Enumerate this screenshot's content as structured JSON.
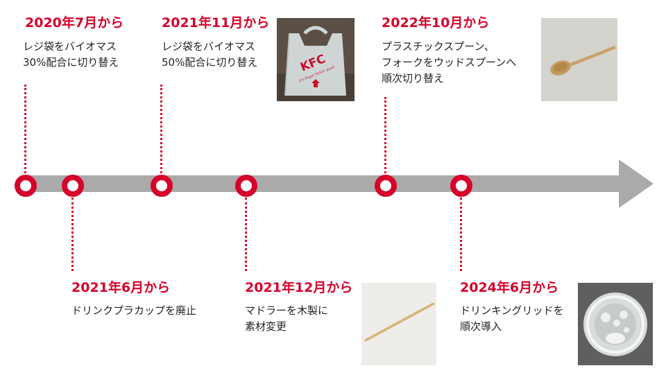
{
  "colors": {
    "accent": "#d6002a",
    "timeline": "#aaaaaa",
    "text": "#222222"
  },
  "events": [
    {
      "date": "2020年7月から",
      "desc_lines": [
        "レジ袋をバイオマス",
        "30%配合に切り替え"
      ]
    },
    {
      "date": "2021年6月から",
      "desc_lines": [
        "ドリンクプラカップを廃止"
      ]
    },
    {
      "date": "2021年11月から",
      "desc_lines": [
        "レジ袋をバイオマス",
        "50%配合に切り替え"
      ]
    },
    {
      "date": "2021年12月から",
      "desc_lines": [
        "マドラーを木製に",
        "素材変更"
      ]
    },
    {
      "date": "2022年10月から",
      "desc_lines": [
        "プラスチックスプーン、",
        "フォークをウッドスプーンへ",
        "順次切り替え"
      ]
    },
    {
      "date": "2024年6月から",
      "desc_lines": [
        "ドリンキングリッドを",
        "順次導入"
      ]
    }
  ],
  "photos": {
    "bag_logo": "KFC",
    "bag_tagline": "it's finger lickin' good"
  }
}
